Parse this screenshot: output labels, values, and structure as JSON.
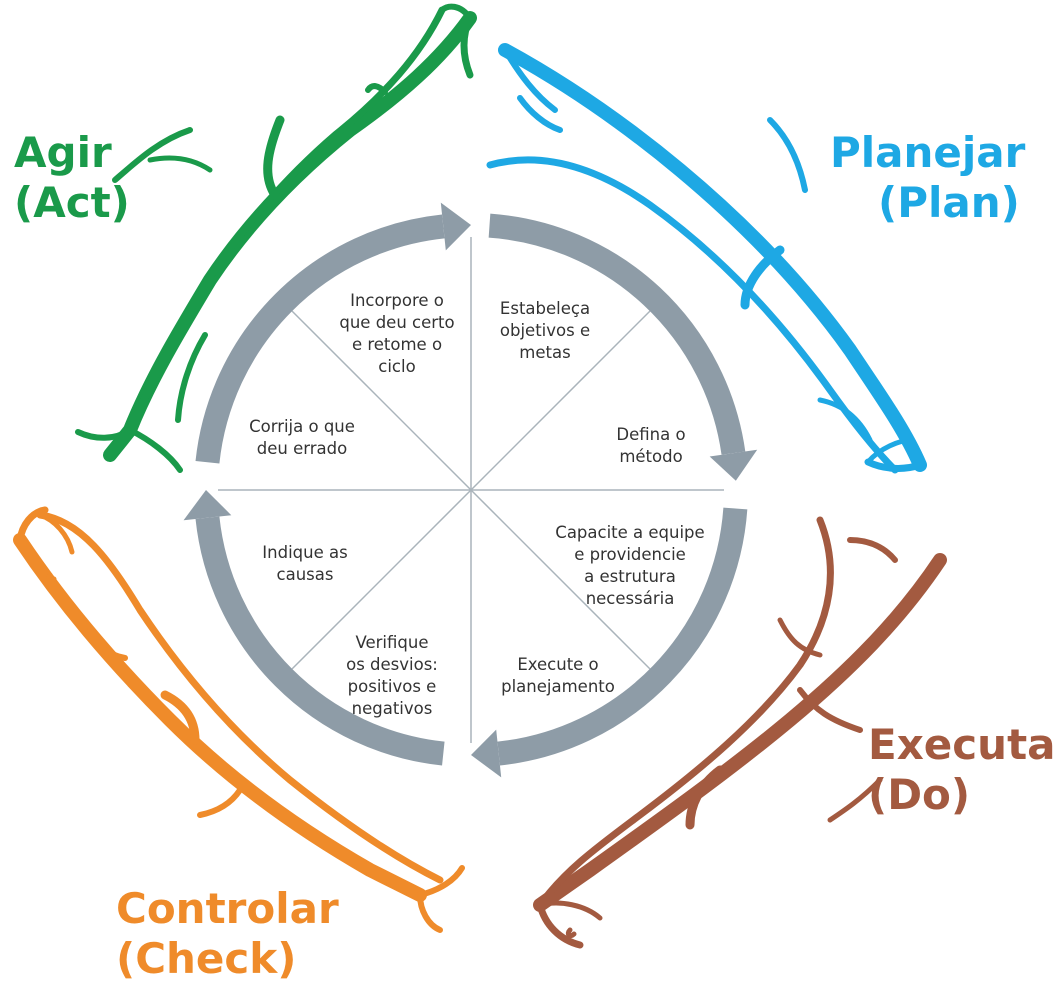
{
  "colors": {
    "act": "#1a9a4a",
    "plan": "#1ea8e4",
    "do": "#a35a40",
    "check": "#ef8b2a",
    "cycle": "#8e9ca7",
    "divider": "#aab4bb",
    "text": "#333333"
  },
  "phases": {
    "act": {
      "line1": "Agir",
      "line2": "(Act)"
    },
    "plan": {
      "line1": "Planejar",
      "line2": "(Plan)"
    },
    "do": {
      "line1": "Executar",
      "line2": "(Do)"
    },
    "check": {
      "line1": "Controlar",
      "line2": "(Check)"
    }
  },
  "steps": {
    "plan_1": "Estabeleça\nobjetivos e\nmetas",
    "plan_2": "Defina o\nmétodo",
    "do_1": "Capacite a equipe\ne providencie\na estrutura\nnecessária",
    "do_2": "Execute o\nplanejamento",
    "check_1": "Verifique\nos desvios:\npositivos e\nnegativos",
    "check_2": "Indique as\ncausas",
    "act_1": "Corrija o que\ndeu errado",
    "act_2": "Incorpore o\nque deu certo\ne retome o\nciclo"
  },
  "icons": {
    "act": "fish-outline-icon",
    "plan": "fish-outline-icon",
    "do": "fish-outline-icon",
    "check": "fish-outline-icon"
  }
}
